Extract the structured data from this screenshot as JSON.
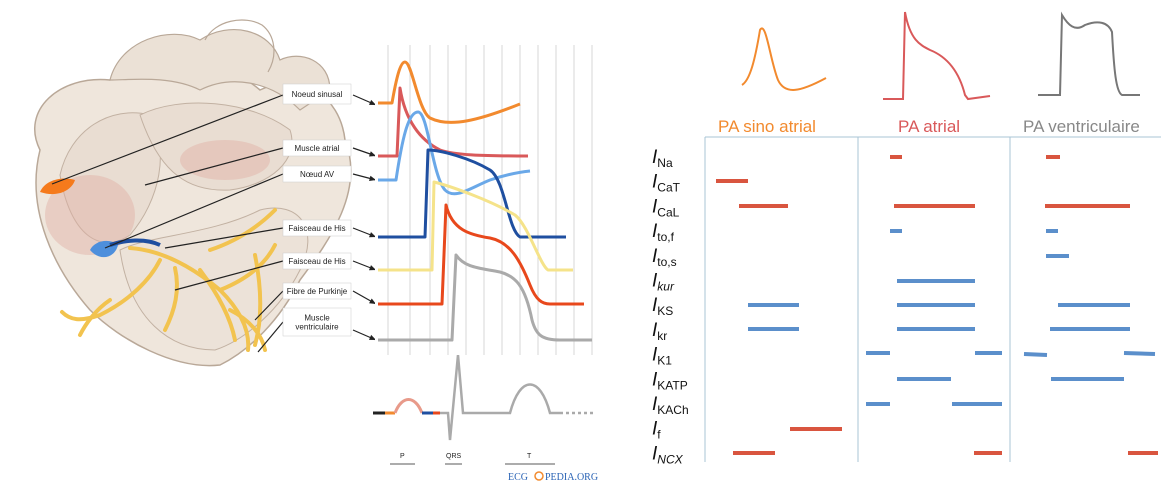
{
  "heart": {
    "labels": [
      {
        "id": "sinus",
        "text": "Noeud sinusal"
      },
      {
        "id": "atrial",
        "text": "Muscle atrial"
      },
      {
        "id": "av",
        "text": "Nœud AV"
      },
      {
        "id": "his1",
        "text": "Faisceau de His"
      },
      {
        "id": "his2",
        "text": "Faisceau de His"
      },
      {
        "id": "purkinje",
        "text": "Fibre de Purkinje"
      },
      {
        "id": "ventricle",
        "text": "Muscle ventriculaire"
      }
    ],
    "ecg_labels": {
      "p": "P",
      "qrs": "QRS",
      "t": "T"
    },
    "credit": {
      "left": "ECG",
      "right": "PEDIA.ORG"
    },
    "colors": {
      "sinus": "#f28a2e",
      "atrial": "#d9595a",
      "av": "#6aa8e8",
      "his1": "#1f4fa0",
      "his2": "#f5e38a",
      "purkinje": "#e8481c",
      "ventricle": "#aaaaaa",
      "fibers": "#f2c34f"
    }
  },
  "table": {
    "columns": [
      {
        "id": "sino",
        "title": "PA sino atrial",
        "color": "#f28a2e"
      },
      {
        "id": "atrial",
        "title": "PA atrial",
        "color": "#d9595a"
      },
      {
        "id": "ventricular",
        "title": "PA ventriculaire",
        "color": "#888888"
      }
    ],
    "currents": [
      {
        "base": "I",
        "sub": "Na",
        "sub_italic": false
      },
      {
        "base": "I",
        "sub": "CaT",
        "sub_italic": false
      },
      {
        "base": "I",
        "sub": "CaL",
        "sub_italic": false
      },
      {
        "base": "I",
        "sub": "to,f",
        "sub_italic": false
      },
      {
        "base": "I",
        "sub": "to,s",
        "sub_italic": false
      },
      {
        "base": "I",
        "sub": "kur",
        "sub_italic": true
      },
      {
        "base": "I",
        "sub": "KS",
        "sub_italic": false
      },
      {
        "base": "I",
        "sub": "kr",
        "sub_italic": false
      },
      {
        "base": "I",
        "sub": "K1",
        "sub_italic": false
      },
      {
        "base": "I",
        "sub": "KATP",
        "sub_italic": false
      },
      {
        "base": "I",
        "sub": "KACh",
        "sub_italic": false
      },
      {
        "base": "I",
        "sub": "f",
        "sub_italic": false
      },
      {
        "base": "I",
        "sub": "NCX",
        "sub_italic": true
      }
    ],
    "inward_color": "#d9553f",
    "outward_color": "#5b8fcb"
  }
}
